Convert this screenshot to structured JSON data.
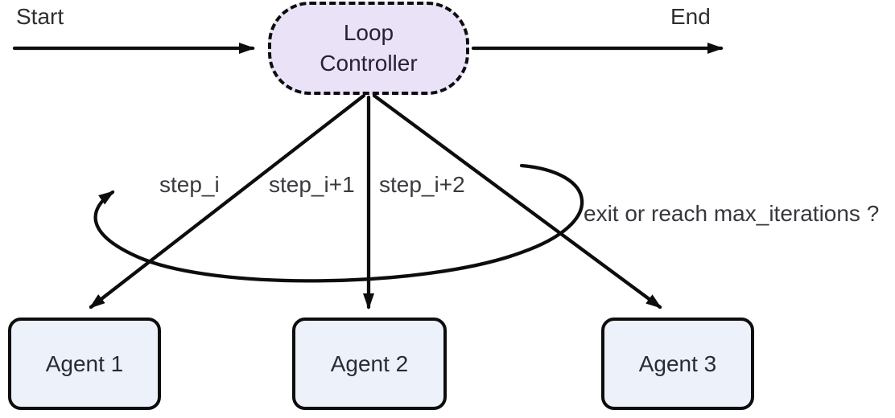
{
  "title": "Loop controller multi-agent workflow diagram",
  "colors": {
    "background": "#ffffff",
    "controller_fill": "#eae3f8",
    "agent_fill": "#edf1fa",
    "line": "#0d0d0d",
    "text": "#2e2e33"
  },
  "nodes": {
    "controller": {
      "line1": "Loop",
      "line2": "Controller"
    },
    "agents": [
      {
        "label": "Agent 1"
      },
      {
        "label": "Agent 2"
      },
      {
        "label": "Agent 3"
      }
    ]
  },
  "labels": {
    "start": "Start",
    "end": "End",
    "steps": [
      "step_i",
      "step_i+1",
      "step_i+2"
    ],
    "loop_condition": "exit or reach max_iterations ?"
  }
}
